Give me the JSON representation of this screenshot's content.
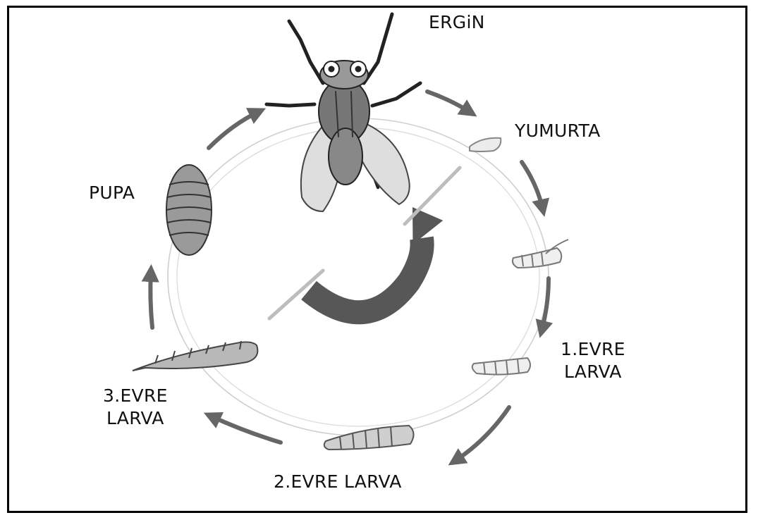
{
  "diagram": {
    "stages": {
      "adult": "ERGiN",
      "egg": "YUMURTA",
      "larva1_line1": "1.EVRE",
      "larva1_line2": "LARVA",
      "larva2": "2.EVRE LARVA",
      "larva3_line1": "3.EVRE",
      "larva3_line2": "LARVA",
      "pupa": "PUPA"
    }
  }
}
